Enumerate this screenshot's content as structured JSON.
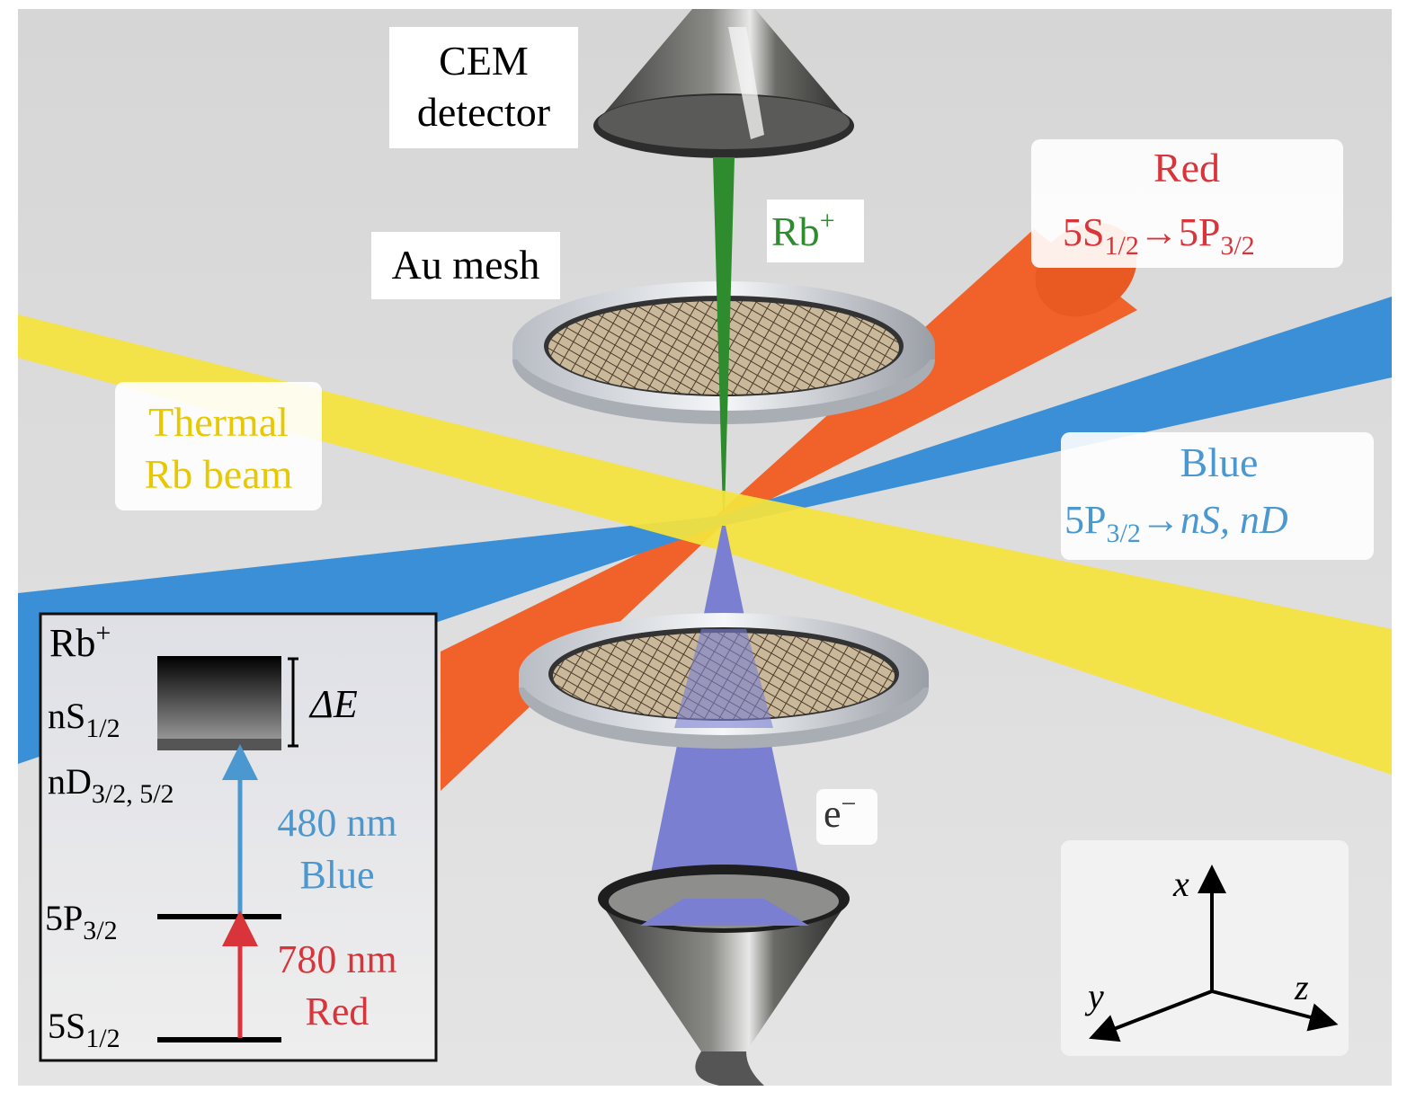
{
  "labels": {
    "cem_line1": "CEM",
    "cem_line2": "detector",
    "au_mesh": "Au mesh",
    "rb_plus": "Rb",
    "rb_plus_sup": "+",
    "thermal_line1": "Thermal",
    "thermal_line2": "Rb beam",
    "red_title": "Red",
    "red_trans": {
      "a": "5S",
      "a_sub": "1/2",
      "arrow": "→",
      "b": "5P",
      "b_sub": "3/2"
    },
    "blue_title": "Blue",
    "blue_trans": {
      "a": "5P",
      "a_sub": "3/2",
      "arrow": "→",
      "b": "nS, nD"
    },
    "electron": "e",
    "electron_sup": "−"
  },
  "inset": {
    "rb_plus": "Rb",
    "rb_plus_sup": "+",
    "ns": "nS",
    "ns_sub": "1/2",
    "nd": "nD",
    "nd_sub": "3/2, 5/2",
    "p32": "5P",
    "p32_sub": "3/2",
    "s12": "5S",
    "s12_sub": "1/2",
    "delta_e": "ΔE",
    "blue_wl": "480 nm",
    "blue_name": "Blue",
    "red_wl": "780 nm",
    "red_name": "Red"
  },
  "axes": {
    "x": "x",
    "y": "y",
    "z": "z"
  },
  "colors": {
    "red_beam": "#f0622a",
    "blue_beam": "#3b8fd6",
    "yellow_beam": "#f5e33c",
    "ion_beam": "#2e8b2e",
    "electron_cone": "#7a7fd2",
    "red_text": "#d9343a",
    "blue_text": "#4a98cf",
    "yellow_text": "#e8c800",
    "green_text": "#2e8b2e"
  }
}
